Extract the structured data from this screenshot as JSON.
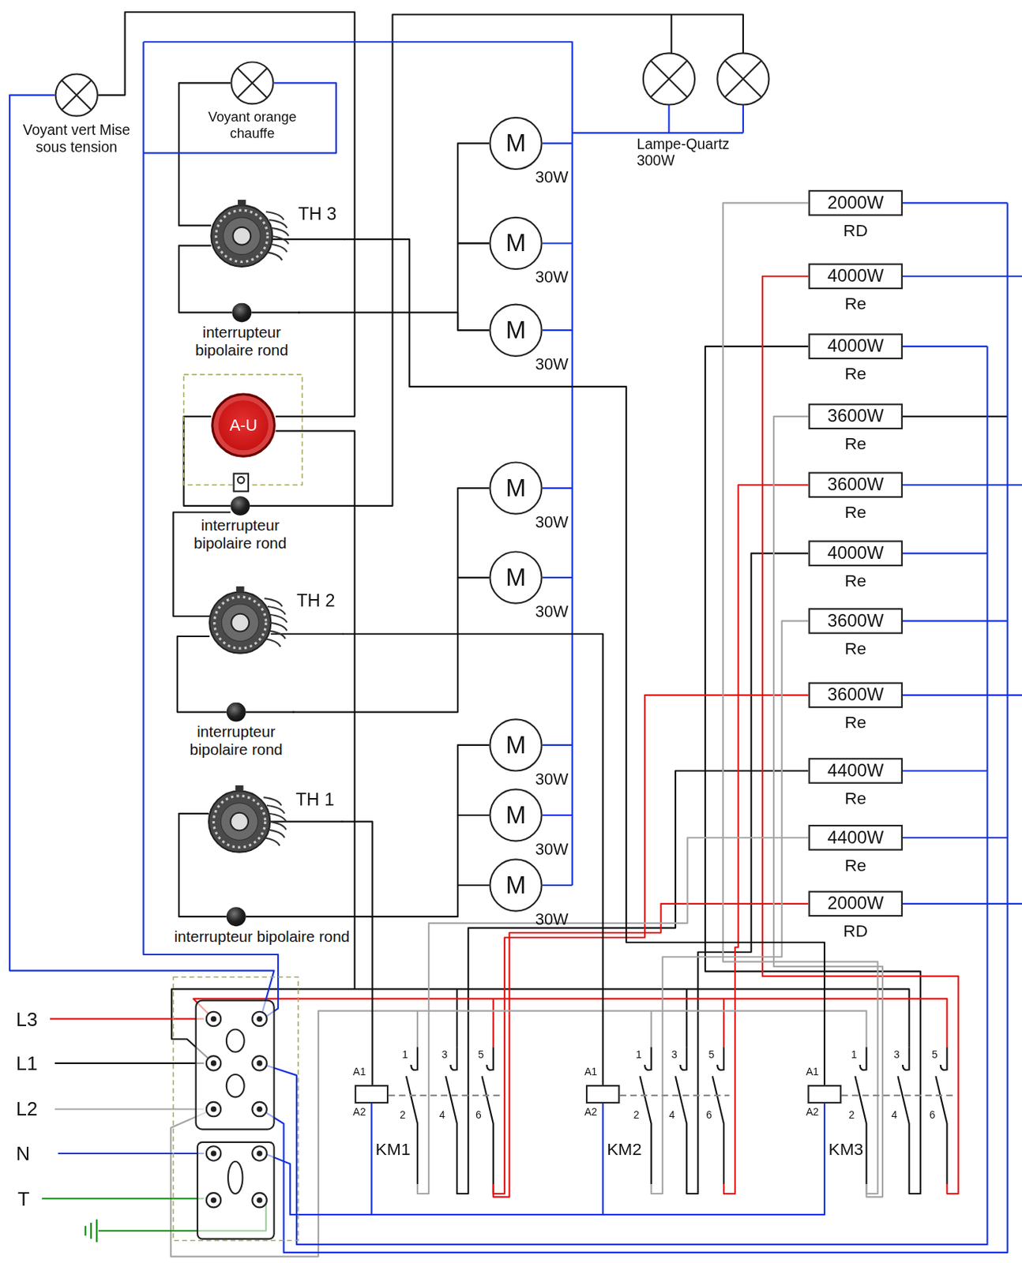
{
  "diagram": {
    "nodes": [
      {
        "text": [
          "Voyant vert Mise sous tension"
        ]
      },
      {
        "text": [
          "Voyant orange chauffe"
        ]
      },
      {
        "text": [
          "TH 3"
        ]
      },
      {
        "text": [
          "interrupteur bipolaire rond"
        ]
      },
      {
        "text": [
          "A-U"
        ]
      },
      {
        "text": [
          "interrupteur bipolaire rond"
        ]
      },
      {
        "text": [
          "TH 2"
        ]
      },
      {
        "text": [
          "interrupteur bipolaire rond"
        ]
      },
      {
        "text": [
          "TH 1"
        ]
      },
      {
        "text": [
          "interrupteur bipolaire rond"
        ]
      },
      {
        "text": [
          "M",
          "30W"
        ]
      },
      {
        "text": [
          "M",
          "30W"
        ]
      },
      {
        "text": [
          "M",
          "30W"
        ]
      },
      {
        "text": [
          "M",
          "30W"
        ]
      },
      {
        "text": [
          "M",
          "30W"
        ]
      },
      {
        "text": [
          "M",
          "30W"
        ]
      },
      {
        "text": [
          "M",
          "30W"
        ]
      },
      {
        "text": [
          "M",
          "30W"
        ]
      },
      {
        "text": [
          "2000W",
          "RD"
        ]
      },
      {
        "text": [
          "4000W",
          "Re"
        ]
      },
      {
        "text": [
          "4000W",
          "Re"
        ]
      },
      {
        "text": [
          "3600W",
          "Re"
        ]
      },
      {
        "text": [
          "3600W",
          "Re"
        ]
      },
      {
        "text": [
          "4000W",
          "Re"
        ]
      },
      {
        "text": [
          "3600W",
          "Re"
        ]
      },
      {
        "text": [
          "3600W",
          "Re"
        ]
      },
      {
        "text": [
          "4400W",
          "Re"
        ]
      },
      {
        "text": [
          "4400W",
          "Re"
        ]
      },
      {
        "text": [
          "2000W",
          "RD"
        ]
      },
      {
        "text": [
          "KM1"
        ]
      },
      {
        "text": [
          "KM2"
        ]
      },
      {
        "text": [
          "KM3"
        ]
      }
    ],
    "edges": [
      {
        "from": 10,
        "to": 11,
        "arrow": "none"
      },
      {
        "from": 11,
        "to": 12,
        "arrow": "none"
      },
      {
        "from": 13,
        "to": 14,
        "arrow": "none"
      },
      {
        "from": 15,
        "to": 16,
        "arrow": "none"
      },
      {
        "from": 16,
        "to": 17,
        "arrow": "none"
      },
      {
        "from": 3,
        "to": 12,
        "arrow": "none"
      },
      {
        "from": 7,
        "to": 14,
        "arrow": "none"
      },
      {
        "from": 9,
        "to": 17,
        "arrow": "none"
      },
      {
        "from": 8,
        "to": 29,
        "arrow": "none"
      },
      {
        "from": 6,
        "to": 30,
        "arrow": "none"
      },
      {
        "from": 2,
        "to": 31,
        "arrow": "none"
      }
    ],
    "labels": [
      "Lampe-Quartz 300W",
      "L3",
      "L1",
      "L2",
      "N",
      "T",
      "A1",
      "A2",
      "1",
      "3",
      "5",
      "2",
      "4",
      "6",
      "A1",
      "A2",
      "1",
      "3",
      "5",
      "2",
      "4",
      "6",
      "A1",
      "A2",
      "1",
      "3",
      "5",
      "2",
      "4",
      "6"
    ]
  }
}
